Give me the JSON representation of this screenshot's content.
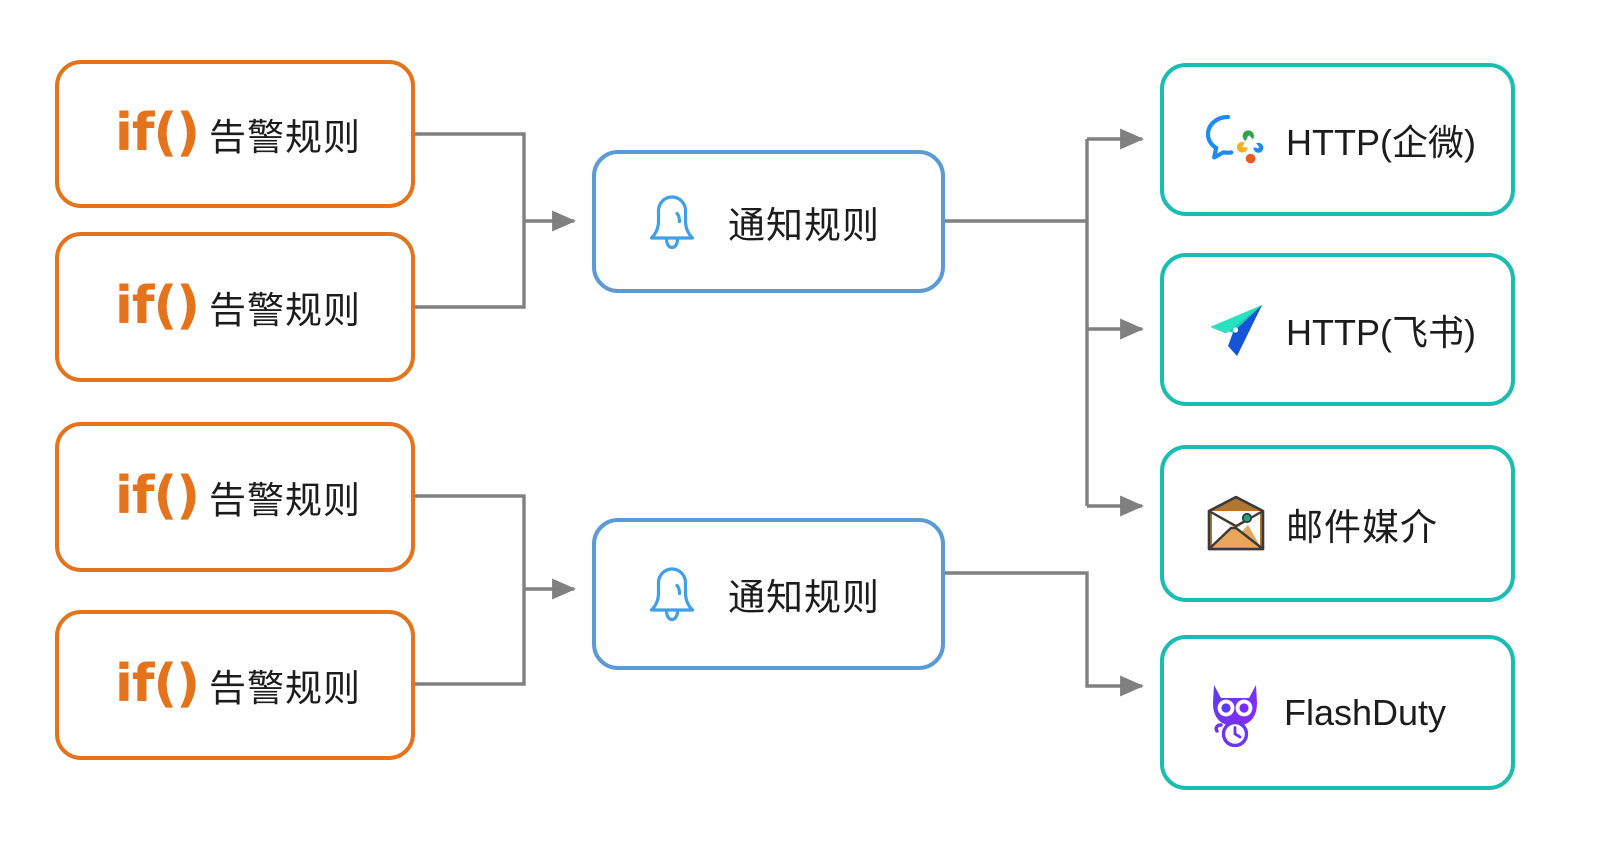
{
  "diagram": {
    "type": "flow",
    "title": "",
    "colors": {
      "alert_border": "#E4731B",
      "notify_border": "#5B9BD5",
      "dest_border": "#19BDB2",
      "connector": "#808080",
      "background": "#FFFFFF",
      "label_text": "#1C1C1C"
    },
    "alert_rules": [
      {
        "label": "告警规则",
        "icon": "if-function-icon",
        "icon_text": "if()"
      },
      {
        "label": "告警规则",
        "icon": "if-function-icon",
        "icon_text": "if()"
      },
      {
        "label": "告警规则",
        "icon": "if-function-icon",
        "icon_text": "if()"
      },
      {
        "label": "告警规则",
        "icon": "if-function-icon",
        "icon_text": "if()"
      }
    ],
    "notify_rules": [
      {
        "label": "通知规则",
        "icon": "bell-icon"
      },
      {
        "label": "通知规则",
        "icon": "bell-icon"
      }
    ],
    "destinations": [
      {
        "label": "HTTP(企微)",
        "icon": "wecom-icon"
      },
      {
        "label": "HTTP(飞书)",
        "icon": "feishu-icon"
      },
      {
        "label": "邮件媒介",
        "icon": "envelope-icon"
      },
      {
        "label": "FlashDuty",
        "icon": "flashduty-icon"
      }
    ],
    "edges": [
      {
        "from": "alert-rule-1",
        "to": "notify-rule-1"
      },
      {
        "from": "alert-rule-2",
        "to": "notify-rule-1"
      },
      {
        "from": "alert-rule-3",
        "to": "notify-rule-2"
      },
      {
        "from": "alert-rule-4",
        "to": "notify-rule-2"
      },
      {
        "from": "notify-rule-1",
        "to": "destination-1"
      },
      {
        "from": "notify-rule-1",
        "to": "destination-2"
      },
      {
        "from": "notify-rule-1",
        "to": "destination-3"
      },
      {
        "from": "notify-rule-2",
        "to": "destination-4"
      }
    ]
  }
}
